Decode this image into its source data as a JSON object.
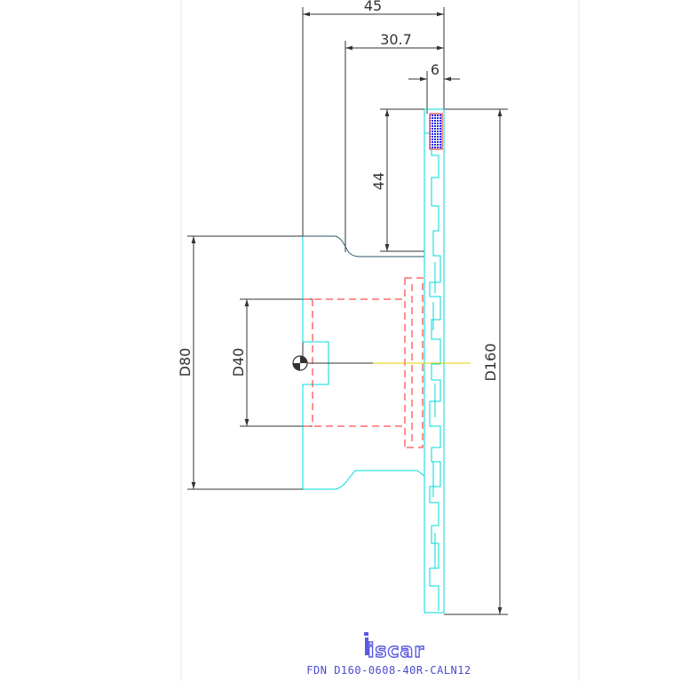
{
  "dimensions": {
    "d_45": "45",
    "d_30_7": "30.7",
    "d_6": "6",
    "d_44": "44",
    "d_80": "D80",
    "d_40": "D40",
    "d_160": "D160"
  },
  "brand": {
    "logo_text": "iscar",
    "logo_color": "#5a5ae0"
  },
  "caption": {
    "part_number": "FDN D160-0608-40R-CALN12"
  },
  "colors": {
    "dimension_line": "#333333",
    "tool_outline": "#00d8d8",
    "hidden_line": "#ff2020",
    "center_line": "#e0d000",
    "insert": "#2020ff",
    "frame": "#e0e0e0"
  }
}
